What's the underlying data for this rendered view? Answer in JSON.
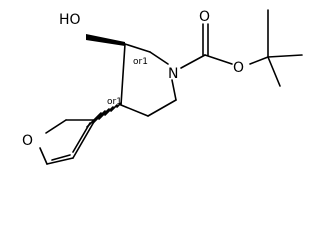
{
  "molecule": {
    "atom_labels": {
      "ho": "HO",
      "n": "N",
      "o_carbonyl": "O",
      "o_ester": "O",
      "o_furan": "O"
    },
    "stereo_tags": {
      "c3": "or1",
      "c4": "or1"
    }
  }
}
